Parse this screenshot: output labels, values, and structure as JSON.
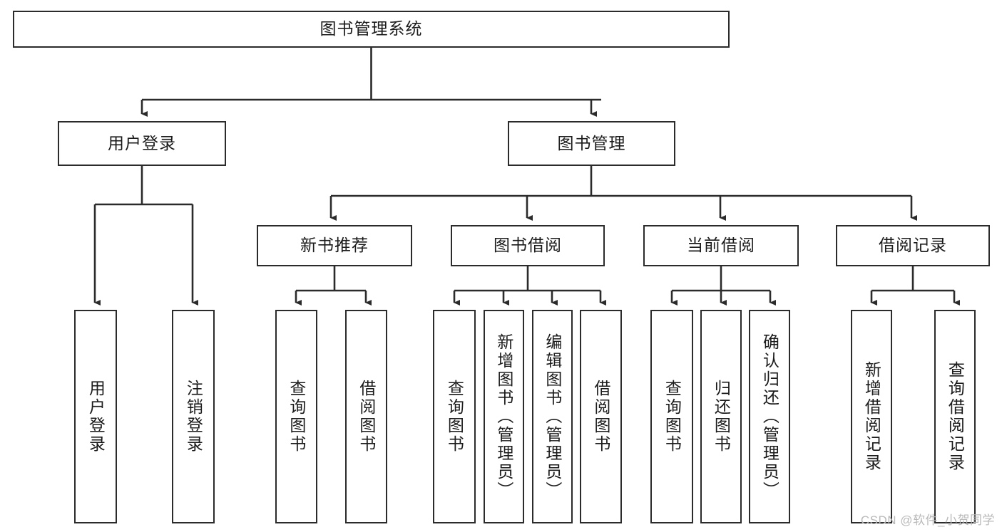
{
  "diagram": {
    "title": "图书管理系统",
    "type": "tree-hierarchy-chart",
    "orientation": "top-down",
    "colors": {
      "box_border": "#2b2b2b",
      "box_fill": "#ffffff",
      "edge": "#2b2b2b",
      "text": "#1b1b1b",
      "watermark": "#b9b9b9",
      "background": "#ffffff"
    }
  },
  "root": {
    "label": "图书管理系统"
  },
  "level2": [
    {
      "label": "用户登录"
    },
    {
      "label": "图书管理"
    }
  ],
  "level3": [
    {
      "label": "新书推荐"
    },
    {
      "label": "图书借阅"
    },
    {
      "label": "当前借阅"
    },
    {
      "label": "借阅记录"
    }
  ],
  "leaves": {
    "user_login": [
      {
        "label": "用户登录"
      },
      {
        "label": "注销登录"
      }
    ],
    "new_book_recommend": [
      {
        "label": "查询图书"
      },
      {
        "label": "借阅图书"
      }
    ],
    "book_borrow": [
      {
        "label": "查询图书"
      },
      {
        "label": "新增图书（管理员）"
      },
      {
        "label": "编辑图书（管理员）"
      },
      {
        "label": "借阅图书"
      }
    ],
    "current_borrow": [
      {
        "label": "查询图书"
      },
      {
        "label": "归还图书"
      },
      {
        "label": "确认归还（管理员）"
      }
    ],
    "borrow_record": [
      {
        "label": "新增借阅记录"
      },
      {
        "label": "查询借阅记录"
      }
    ]
  },
  "watermark": {
    "text": "CSDN @软件_小贺同学"
  }
}
